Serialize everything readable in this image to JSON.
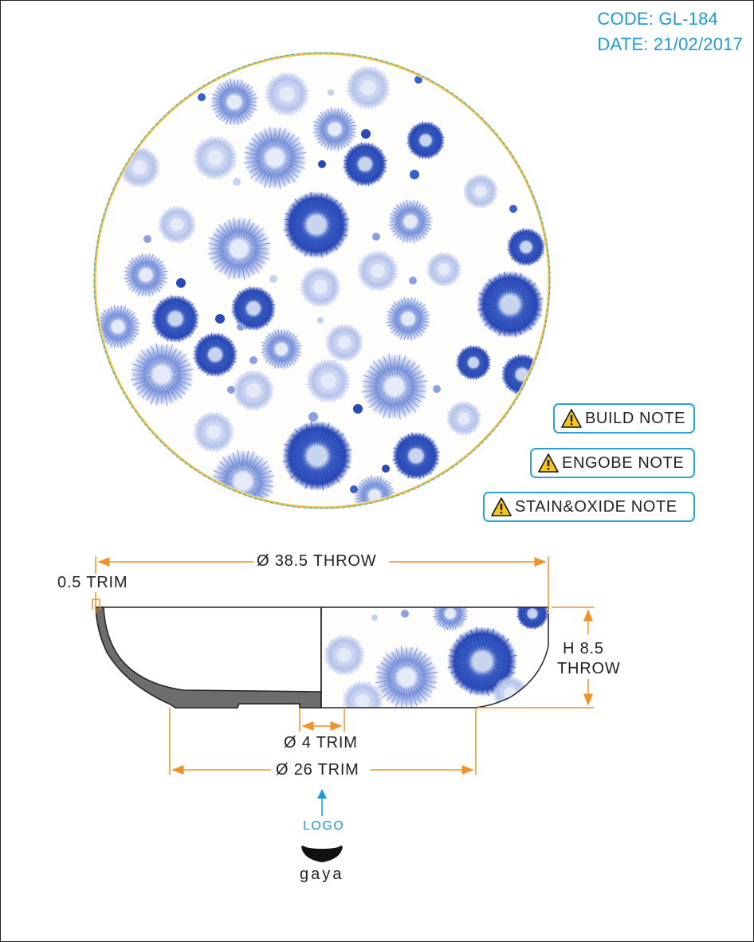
{
  "header": {
    "code": "CODE: GL-184",
    "date": "DATE: 21/02/2017"
  },
  "notes": [
    {
      "label": "BUILD NOTE",
      "icon": "warning-icon"
    },
    {
      "label": "ENGOBE NOTE",
      "icon": "warning-icon"
    },
    {
      "label": "STAIN&OXIDE NOTE",
      "icon": "warning-icon"
    }
  ],
  "dimensions": {
    "diameter_throw": "Ø 38.5 THROW",
    "rim_trim": "0.5 TRIM",
    "height_line1": "H 8.5",
    "height_line2": "THROW",
    "small_trim": "Ø 4 TRIM",
    "base_trim": "Ø 26 TRIM"
  },
  "logo": {
    "label": "LOGO",
    "brand": "gaya"
  },
  "colors": {
    "dimension_lines": "#f0922b",
    "accent": "#1f9ad6",
    "pattern_blue": "#2c55c8",
    "rim_gold": "#e8c04a",
    "profile_gray": "#6d6d6d"
  }
}
